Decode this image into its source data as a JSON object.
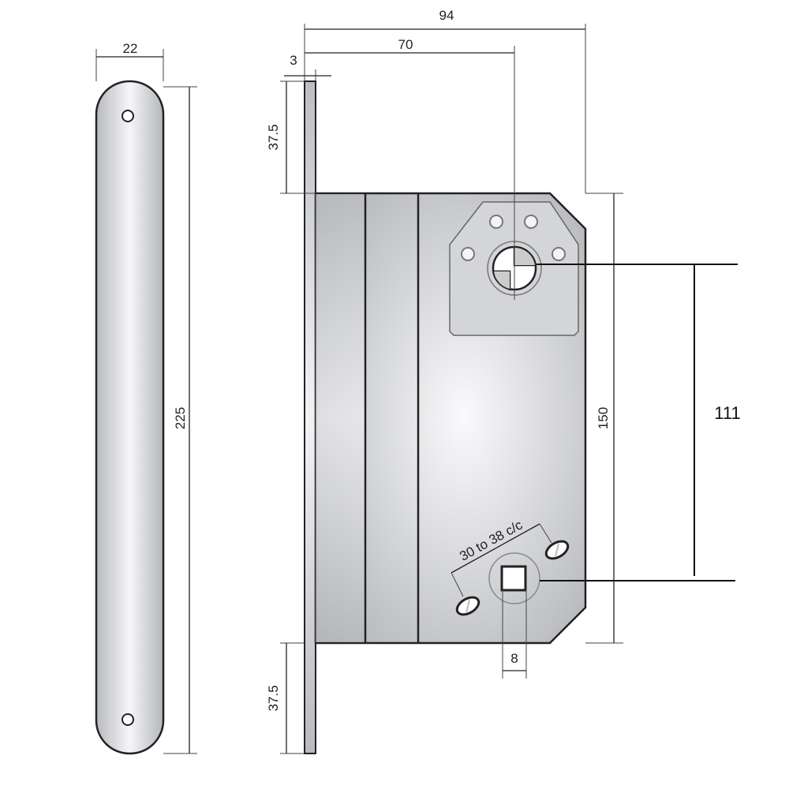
{
  "dimensions": {
    "plate_width": "22",
    "plate_length": "225",
    "faceplate_thickness": "3",
    "backset": "70",
    "case_depth": "94",
    "top_offset": "37.5",
    "bottom_offset": "37.5",
    "case_height": "150",
    "centre_distance": "111",
    "spindle_size": "8",
    "fixing_centres": "30 to 38 c/c"
  },
  "colors": {
    "line": "#222222",
    "metal_light": "#f4f4f6",
    "metal_dark": "#b4b6ba"
  }
}
